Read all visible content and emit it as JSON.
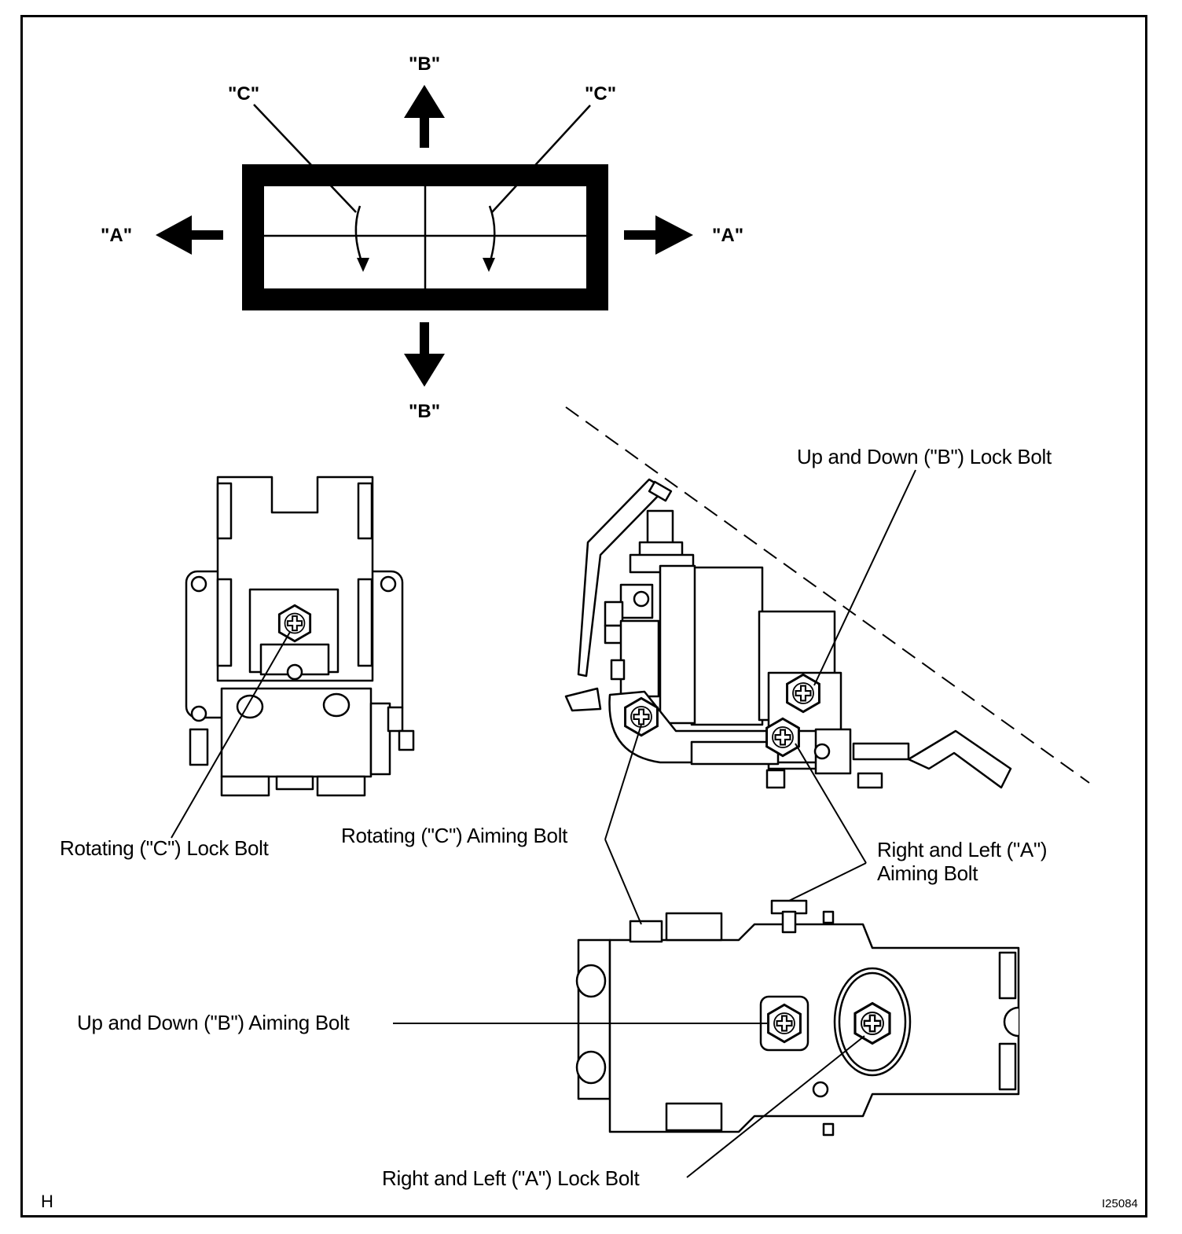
{
  "direction_labels": {
    "b_top": "\"B\"",
    "b_bottom": "\"B\"",
    "a_left": "\"A\"",
    "a_right": "\"A\"",
    "c_left": "\"C\"",
    "c_right": "\"C\""
  },
  "callouts": {
    "up_down_lock_bolt": "Up and Down (\"B\") Lock Bolt",
    "rotating_lock_bolt": "Rotating (\"C\") Lock Bolt",
    "rotating_aiming_bolt": "Rotating (\"C\") Aiming Bolt",
    "right_left_aiming_bolt_line1": "Right and Left (\"A\")",
    "right_left_aiming_bolt_line2": "Aiming Bolt",
    "up_down_aiming_bolt": "Up and Down (\"B\") Aiming Bolt",
    "right_left_lock_bolt": "Right and Left (\"A\") Lock Bolt"
  },
  "corner_marks": {
    "section_letter": "H",
    "figure_id": "I25084"
  }
}
